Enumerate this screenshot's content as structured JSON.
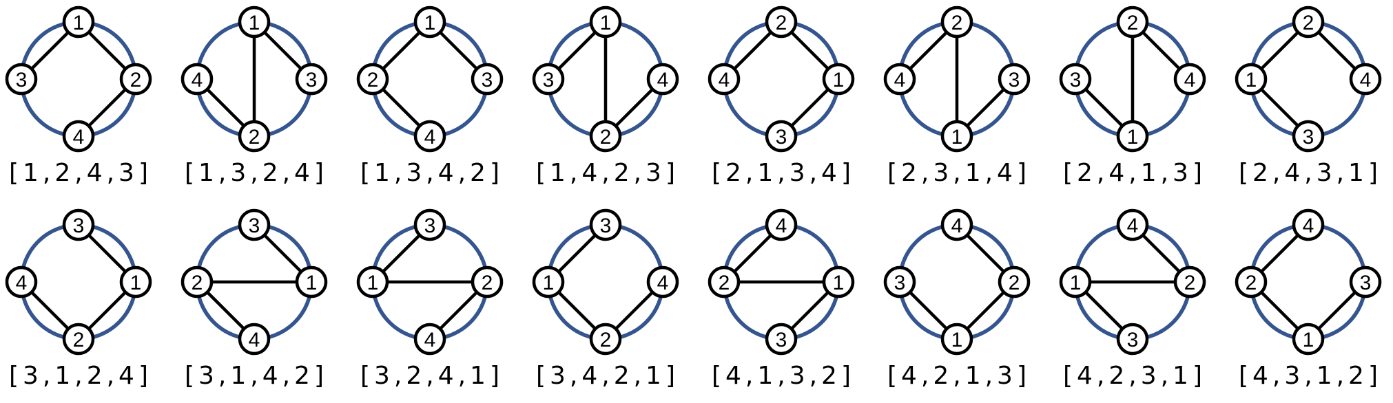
{
  "colors": {
    "ring": "#34558f",
    "edge": "#000000",
    "node_fill": "#ffffff"
  },
  "diagrams": [
    {
      "label": "[1,2,4,3]",
      "nodes": {
        "top": "1",
        "left": "3",
        "right": "2",
        "bottom": "4"
      },
      "edges": [
        [
          "1",
          "3"
        ],
        [
          "1",
          "2"
        ],
        [
          "2",
          "4"
        ]
      ]
    },
    {
      "label": "[1,3,2,4]",
      "nodes": {
        "top": "1",
        "left": "4",
        "right": "3",
        "bottom": "2"
      },
      "edges": [
        [
          "1",
          "2"
        ],
        [
          "1",
          "3"
        ],
        [
          "4",
          "2"
        ]
      ]
    },
    {
      "label": "[1,3,4,2]",
      "nodes": {
        "top": "1",
        "left": "2",
        "right": "3",
        "bottom": "4"
      },
      "edges": [
        [
          "1",
          "2"
        ],
        [
          "1",
          "3"
        ],
        [
          "2",
          "4"
        ]
      ]
    },
    {
      "label": "[1,4,2,3]",
      "nodes": {
        "top": "1",
        "left": "3",
        "right": "4",
        "bottom": "2"
      },
      "edges": [
        [
          "1",
          "3"
        ],
        [
          "1",
          "2"
        ],
        [
          "2",
          "4"
        ]
      ]
    },
    {
      "label": "[2,1,3,4]",
      "nodes": {
        "top": "2",
        "left": "4",
        "right": "1",
        "bottom": "3"
      },
      "edges": [
        [
          "2",
          "4"
        ],
        [
          "2",
          "1"
        ],
        [
          "1",
          "3"
        ]
      ]
    },
    {
      "label": "[2,3,1,4]",
      "nodes": {
        "top": "2",
        "left": "4",
        "right": "3",
        "bottom": "1"
      },
      "edges": [
        [
          "2",
          "4"
        ],
        [
          "2",
          "1"
        ],
        [
          "1",
          "3"
        ]
      ]
    },
    {
      "label": "[2,4,1,3]",
      "nodes": {
        "top": "2",
        "left": "3",
        "right": "4",
        "bottom": "1"
      },
      "edges": [
        [
          "2",
          "1"
        ],
        [
          "2",
          "4"
        ],
        [
          "3",
          "1"
        ]
      ]
    },
    {
      "label": "[2,4,3,1]",
      "nodes": {
        "top": "2",
        "left": "1",
        "right": "4",
        "bottom": "3"
      },
      "edges": [
        [
          "2",
          "1"
        ],
        [
          "2",
          "4"
        ],
        [
          "1",
          "3"
        ]
      ]
    },
    {
      "label": "[3,1,2,4]",
      "nodes": {
        "top": "3",
        "left": "4",
        "right": "1",
        "bottom": "2"
      },
      "edges": [
        [
          "3",
          "1"
        ],
        [
          "1",
          "2"
        ],
        [
          "4",
          "2"
        ]
      ]
    },
    {
      "label": "[3,1,4,2]",
      "nodes": {
        "top": "3",
        "left": "2",
        "right": "1",
        "bottom": "4"
      },
      "edges": [
        [
          "3",
          "1"
        ],
        [
          "2",
          "1"
        ],
        [
          "2",
          "4"
        ]
      ]
    },
    {
      "label": "[3,2,4,1]",
      "nodes": {
        "top": "3",
        "left": "1",
        "right": "2",
        "bottom": "4"
      },
      "edges": [
        [
          "1",
          "3"
        ],
        [
          "1",
          "2"
        ],
        [
          "2",
          "4"
        ]
      ]
    },
    {
      "label": "[3,4,2,1]",
      "nodes": {
        "top": "3",
        "left": "1",
        "right": "4",
        "bottom": "2"
      },
      "edges": [
        [
          "1",
          "3"
        ],
        [
          "1",
          "2"
        ],
        [
          "4",
          "2"
        ]
      ]
    },
    {
      "label": "[4,1,3,2]",
      "nodes": {
        "top": "4",
        "left": "2",
        "right": "1",
        "bottom": "3"
      },
      "edges": [
        [
          "2",
          "4"
        ],
        [
          "2",
          "1"
        ],
        [
          "1",
          "3"
        ]
      ]
    },
    {
      "label": "[4,2,1,3]",
      "nodes": {
        "top": "4",
        "left": "3",
        "right": "2",
        "bottom": "1"
      },
      "edges": [
        [
          "4",
          "2"
        ],
        [
          "3",
          "1"
        ],
        [
          "2",
          "1"
        ]
      ]
    },
    {
      "label": "[4,2,3,1]",
      "nodes": {
        "top": "4",
        "left": "1",
        "right": "2",
        "bottom": "3"
      },
      "edges": [
        [
          "4",
          "2"
        ],
        [
          "1",
          "2"
        ],
        [
          "1",
          "3"
        ]
      ]
    },
    {
      "label": "[4,3,1,2]",
      "nodes": {
        "top": "4",
        "left": "2",
        "right": "3",
        "bottom": "1"
      },
      "edges": [
        [
          "4",
          "2"
        ],
        [
          "2",
          "1"
        ],
        [
          "3",
          "1"
        ]
      ]
    }
  ]
}
